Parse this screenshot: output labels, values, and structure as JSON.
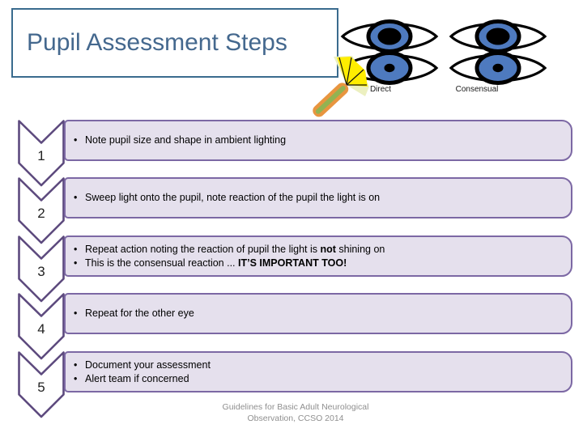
{
  "title": "Pupil Assessment Steps",
  "eye_diagram": {
    "direct_label": "Direct",
    "consensual_label": "Consensual",
    "iris_color": "#4E7ABF"
  },
  "bullet_char": "•",
  "steps": [
    {
      "num": "1",
      "lines": [
        [
          {
            "text": "Note pupil size and shape in ambient lighting",
            "bold": false
          }
        ]
      ]
    },
    {
      "num": "2",
      "lines": [
        [
          {
            "text": "Sweep light onto the pupil, note reaction of the pupil the light is on",
            "bold": false
          }
        ]
      ]
    },
    {
      "num": "3",
      "lines": [
        [
          {
            "text": "Repeat action noting the reaction of pupil the light is ",
            "bold": false
          },
          {
            "text": "not",
            "bold": true
          },
          {
            "text": " shining on",
            "bold": false
          }
        ],
        [
          {
            "text": "This is the consensual reaction  ... ",
            "bold": false
          },
          {
            "text": "IT’S IMPORTANT TOO!",
            "bold": true
          }
        ]
      ]
    },
    {
      "num": "4",
      "lines": [
        [
          {
            "text": "Repeat for the other eye",
            "bold": false
          }
        ]
      ]
    },
    {
      "num": "5",
      "lines": [
        [
          {
            "text": "Document your assessment",
            "bold": false
          }
        ],
        [
          {
            "text": "Alert team if concerned",
            "bold": false
          }
        ]
      ]
    }
  ],
  "footer": {
    "line1": "Guidelines for Basic Adult Neurological",
    "line2": "Observation, CCSO 2014"
  },
  "colors": {
    "title_text": "#44688E",
    "title_border": "#3A6B8E",
    "box_fill": "#E5E0ED",
    "box_border": "#7C68A4",
    "chevron_border": "#5D4A7E",
    "footer_text": "#8F8F8F",
    "iris_blue": "#4E7ABF",
    "flashlight_orange": "#E8953F",
    "flashlight_green": "#92B352",
    "beam_yellow": "#FFED00"
  }
}
